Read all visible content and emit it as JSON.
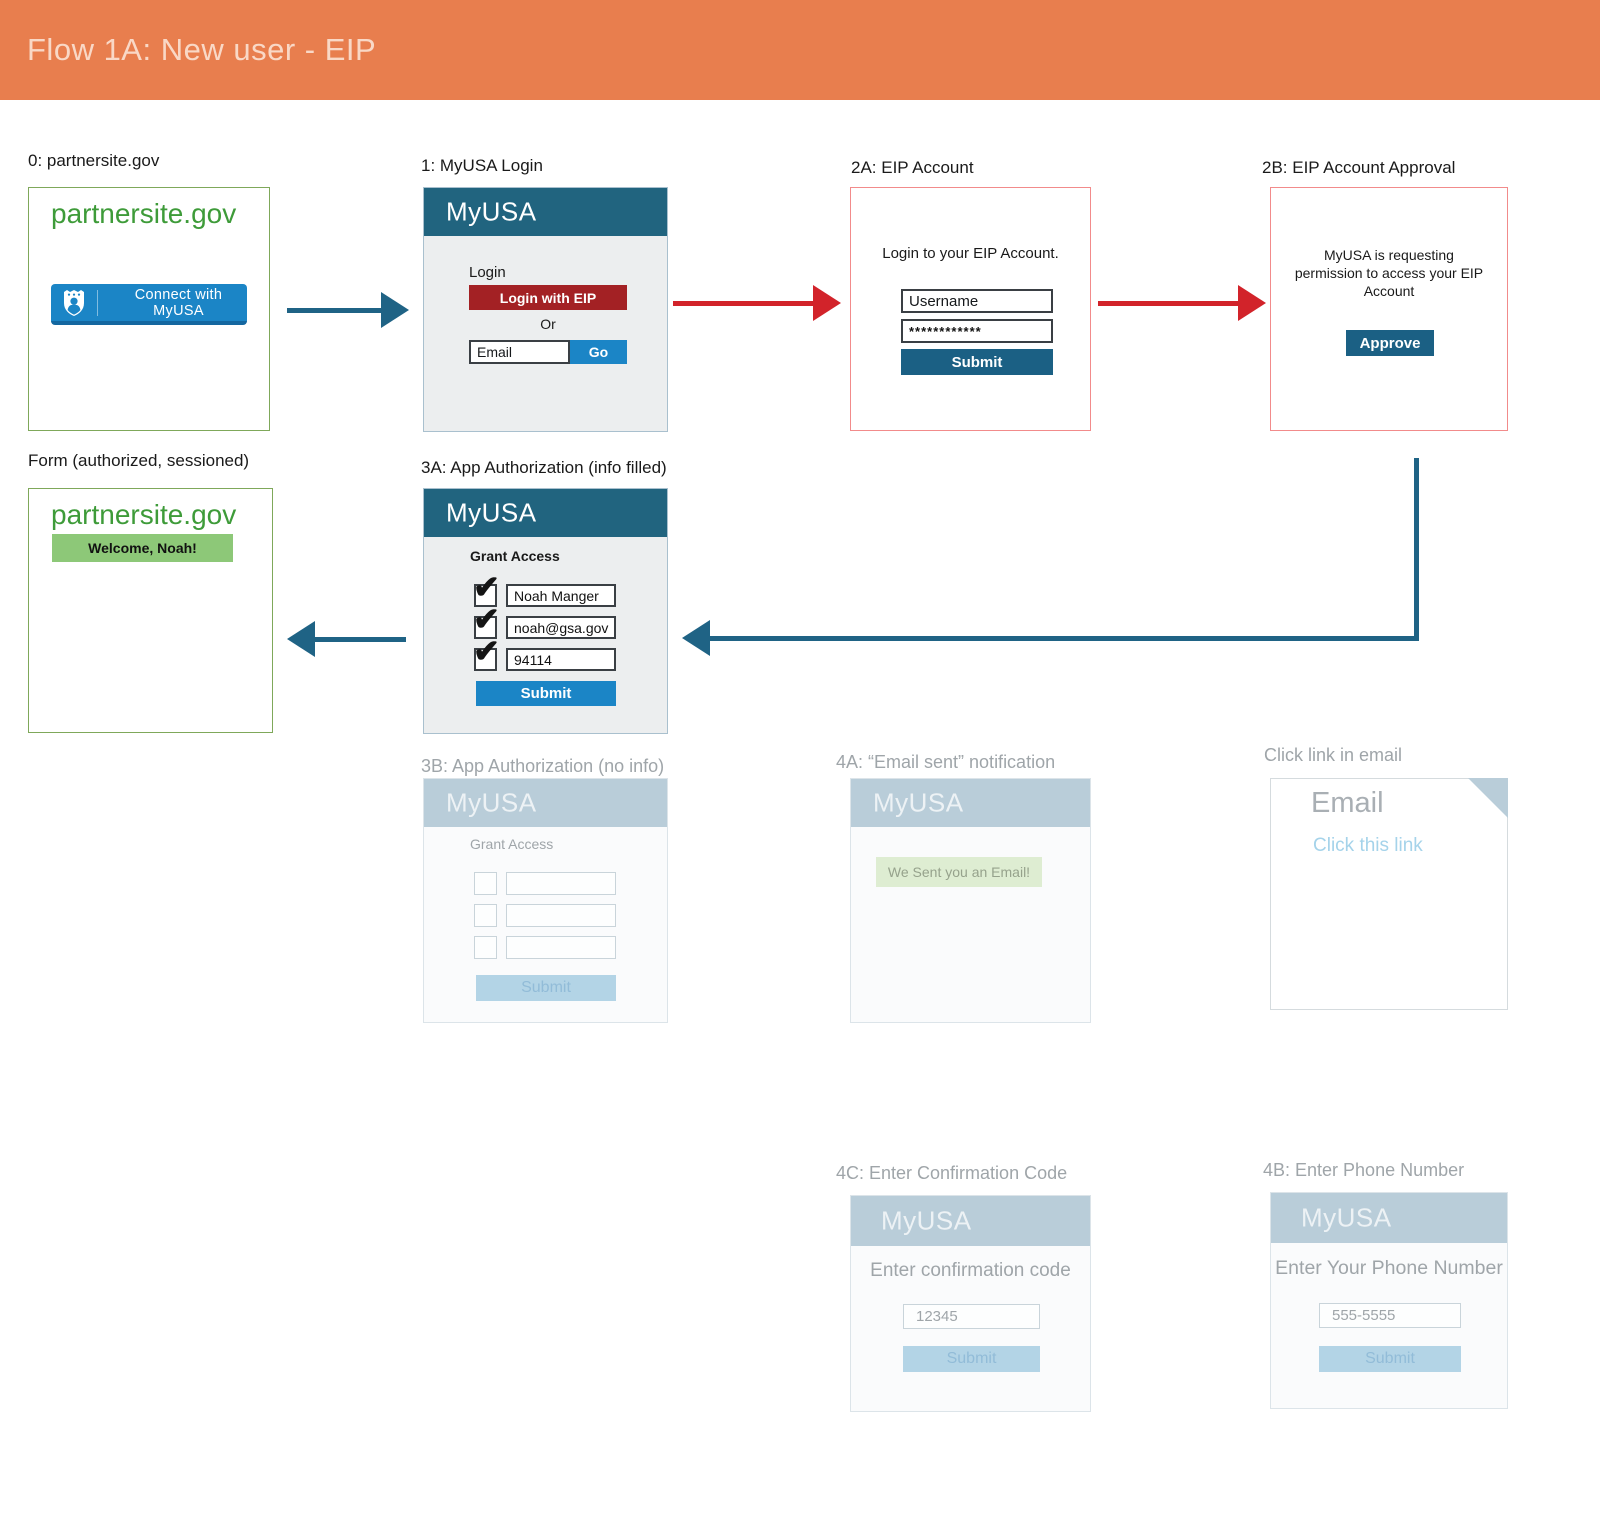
{
  "header": {
    "title": "Flow 1A: New user - EIP"
  },
  "colors": {
    "header_bg": "#E87E4E",
    "brand_blue_dark": "#21647F",
    "action_blue": "#1B85C6",
    "submit_navy": "#1B6084",
    "eip_red": "#A32124",
    "arrow_red": "#D2232A",
    "arrow_blue": "#1F6385",
    "panel_red_border": "#F28B8B",
    "green_text": "#3E9B39",
    "green_border": "#7FA85A",
    "welcome_green": "#8DC878",
    "faded_header": "#B9CDD9",
    "faded_text": "#9FA5A9",
    "faded_submit_bg": "#B3D4E6",
    "faded_submit_text": "#92BCD8",
    "email_link": "#A5D3EA",
    "email_sent_bg": "#DEEDD2"
  },
  "panels": {
    "p0": {
      "label": "0: partnersite.gov",
      "site": "partnersite.gov",
      "connect_button": "Connect with MyUSA"
    },
    "p1": {
      "label": "1: MyUSA Login",
      "brand": "MyUSA",
      "login_label": "Login",
      "eip_button": "Login with EIP",
      "or_label": "Or",
      "email_placeholder": "Email",
      "go_button": "Go"
    },
    "p2a": {
      "label": "2A: EIP Account",
      "heading": "Login to your EIP Account.",
      "username_placeholder": "Username",
      "password_value": "************",
      "submit_button": "Submit"
    },
    "p2b": {
      "label": "2B: EIP Account Approval",
      "message": "MyUSA is requesting permission to access your EIP Account",
      "approve_button": "Approve"
    },
    "form": {
      "label": "Form (authorized, sessioned)",
      "site": "partnersite.gov",
      "welcome_badge": "Welcome, Noah!"
    },
    "p3a": {
      "label": "3A: App Authorization (info filled)",
      "brand": "MyUSA",
      "heading": "Grant Access",
      "fields": [
        "Noah Manger",
        "noah@gsa.gov",
        "94114"
      ],
      "submit_button": "Submit"
    },
    "p3b": {
      "label": "3B: App Authorization (no info)",
      "brand": "MyUSA",
      "heading": "Grant Access",
      "submit_button": "Submit"
    },
    "p4a": {
      "label": "4A: “Email sent” notification",
      "brand": "MyUSA",
      "message_badge": "We Sent you an Email!"
    },
    "email": {
      "label": "Click link in email",
      "title": "Email",
      "link": "Click this link"
    },
    "p4c": {
      "label": "4C: Enter Confirmation Code",
      "brand": "MyUSA",
      "heading": "Enter confirmation code",
      "code_value": "12345",
      "submit_button": "Submit"
    },
    "p4b": {
      "label": "4B: Enter Phone Number",
      "brand": "MyUSA",
      "heading": "Enter Your Phone Number",
      "phone_value": "555-5555",
      "submit_button": "Submit"
    }
  }
}
